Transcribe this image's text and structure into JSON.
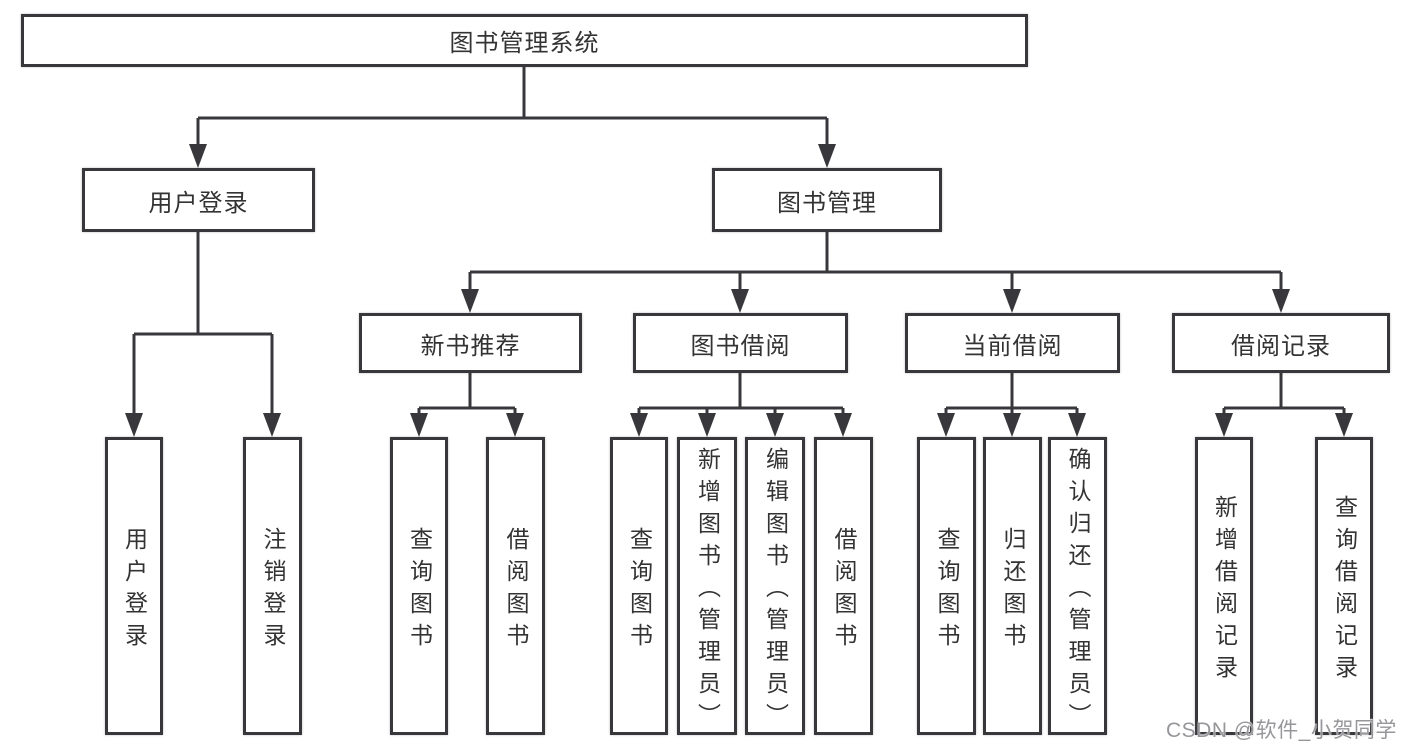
{
  "tree": {
    "label": "图书管理系统",
    "children": [
      {
        "label": "用户登录",
        "children": [
          {
            "label": "用户登录"
          },
          {
            "label": "注销登录"
          }
        ]
      },
      {
        "label": "图书管理",
        "children": [
          {
            "label": "新书推荐",
            "children": [
              {
                "label": "查询图书"
              },
              {
                "label": "借阅图书"
              }
            ]
          },
          {
            "label": "图书借阅",
            "children": [
              {
                "label": "查询图书"
              },
              {
                "label": "新增图书（管理员）"
              },
              {
                "label": "编辑图书（管理员）"
              },
              {
                "label": "借阅图书"
              }
            ]
          },
          {
            "label": "当前借阅",
            "children": [
              {
                "label": "查询图书"
              },
              {
                "label": "归还图书"
              },
              {
                "label": "确认归还（管理员）"
              }
            ]
          },
          {
            "label": "借阅记录",
            "children": [
              {
                "label": "新增借阅记录"
              },
              {
                "label": "查询借阅记录"
              }
            ]
          }
        ]
      }
    ]
  },
  "watermark": {
    "text": "CSDN @软件_小贺同学"
  },
  "colors": {
    "line": "#38383c",
    "arrow": "#38383c",
    "box_border": "#38383c",
    "box_fill": "#ffffff",
    "text": "#333333",
    "watermark": "#97979b"
  }
}
